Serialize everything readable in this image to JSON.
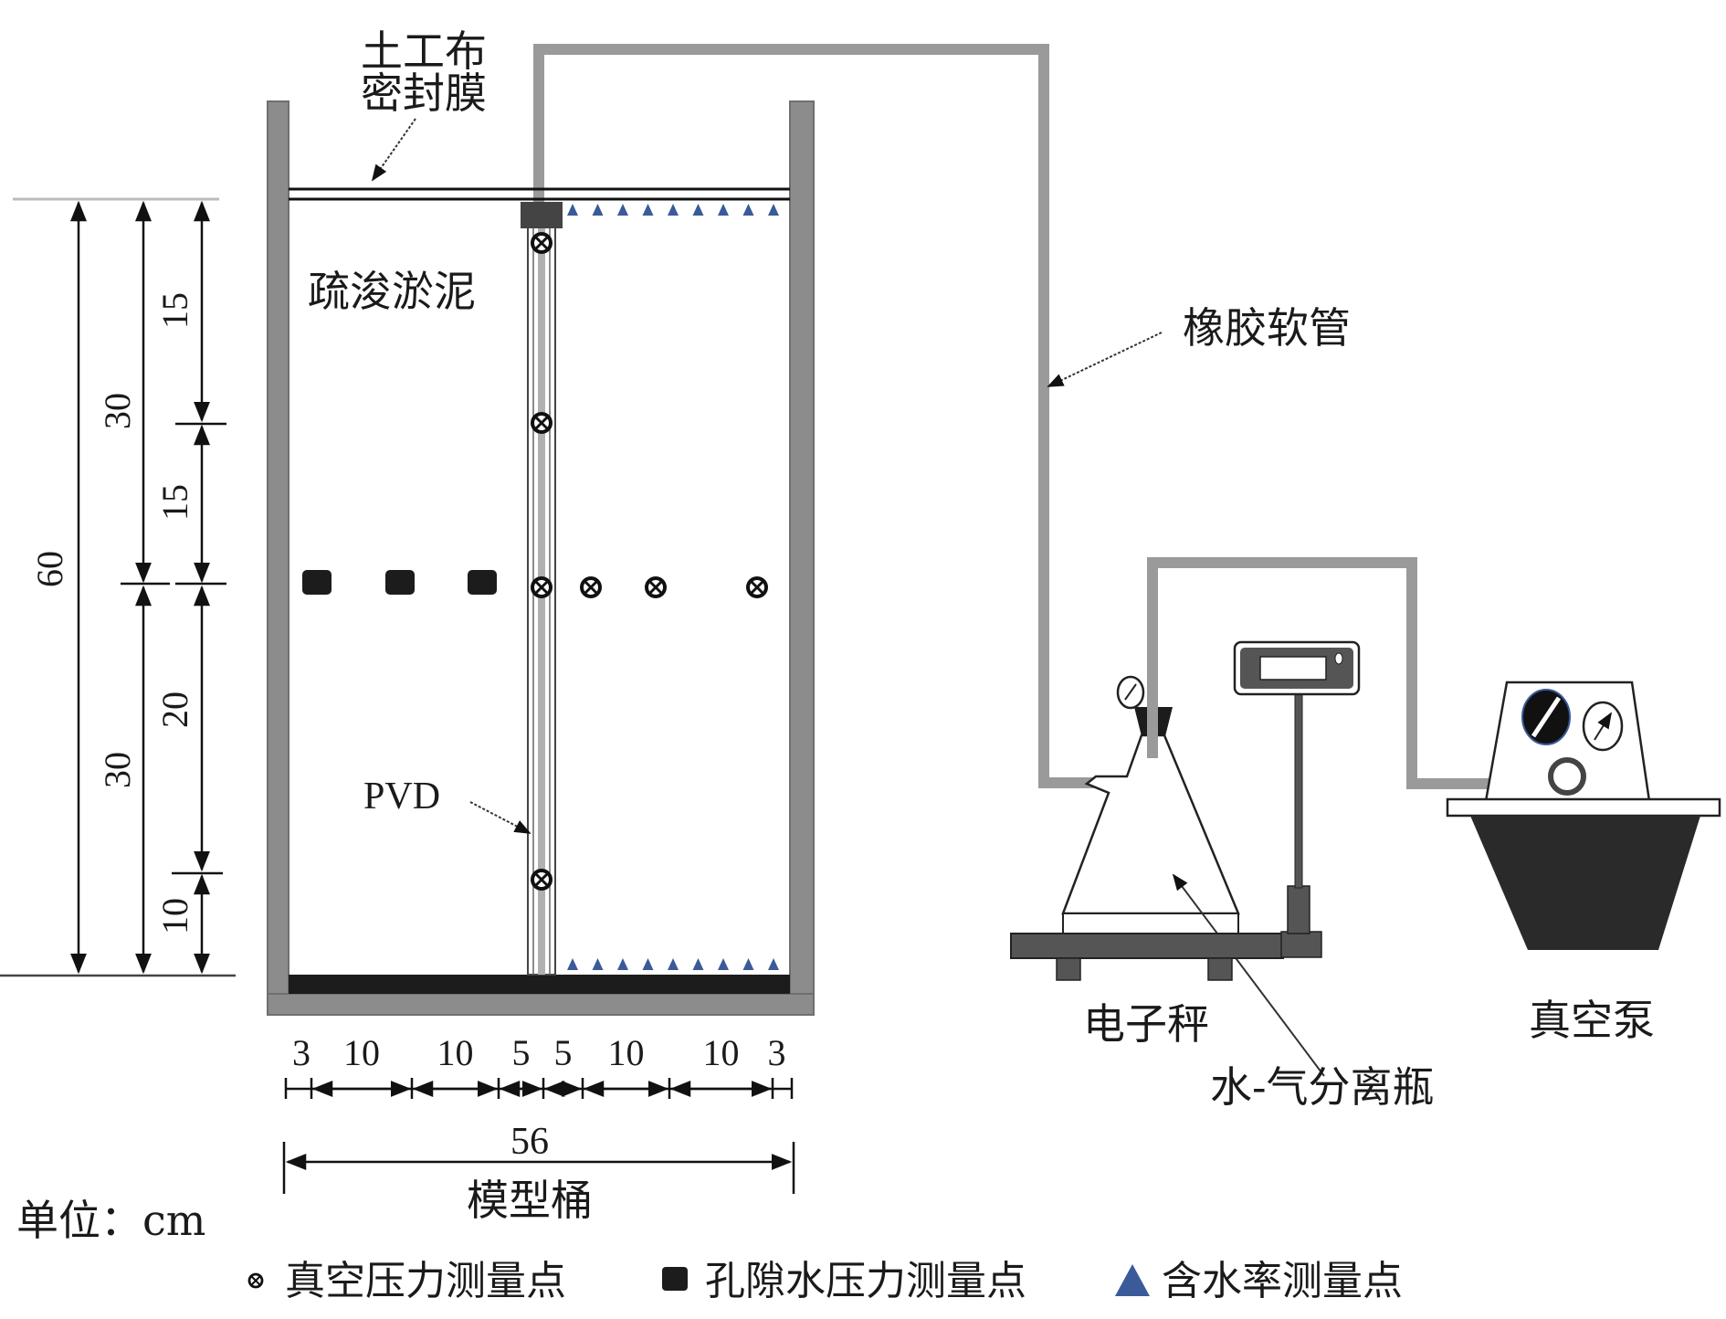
{
  "title": "Vacuum preloading model test setup",
  "labels": {
    "geotextile": "土工布",
    "membrane": "密封膜",
    "sludge": "疏浚淤泥",
    "hose": "橡胶软管",
    "pvd": "PVD",
    "scale": "电子秤",
    "separator": "水-气分离瓶",
    "pump": "真空泵",
    "bucket": "模型桶",
    "unit": "单位：cm"
  },
  "dims": {
    "total_height": "60",
    "left_upper": "30",
    "left_lower": "30",
    "right": [
      "15",
      "15",
      "20",
      "10"
    ],
    "widths": [
      "3",
      "10",
      "10",
      "5",
      "5",
      "10",
      "10",
      "3"
    ],
    "total_width": "56"
  },
  "legend": [
    {
      "icon": "vacuum-pressure-point-icon",
      "label": "真空压力测量点"
    },
    {
      "icon": "pore-water-pressure-point-icon",
      "label": "孔隙水压力测量点"
    },
    {
      "icon": "water-content-point-icon",
      "label": "含水率测量点"
    }
  ],
  "colors": {
    "wall": "#8c8c8c",
    "hose": "#9a9a9a",
    "marker_triangle": "#3a5a9a",
    "dark": "#1c1c1c",
    "equipment": "#555555"
  }
}
